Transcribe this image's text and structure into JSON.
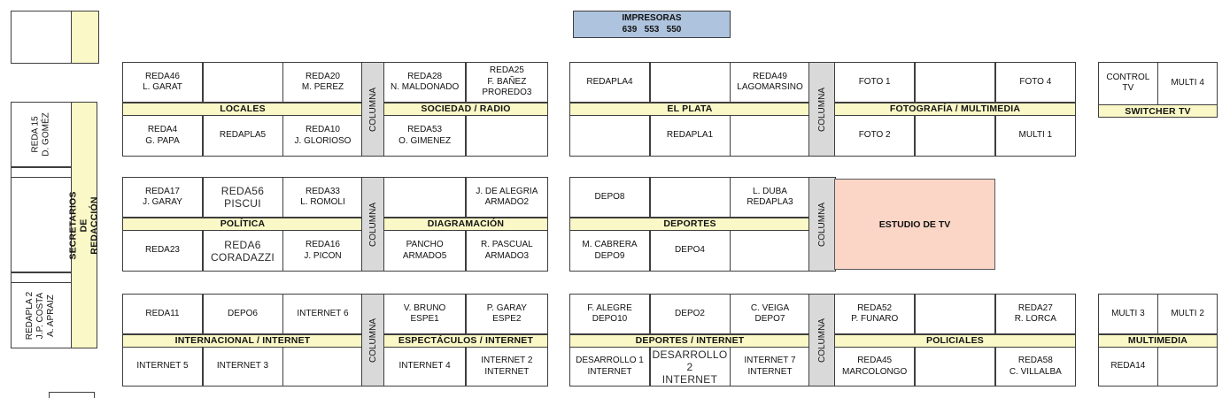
{
  "colors": {
    "band": "#F9F8C6",
    "column": "#D9D9D9",
    "studio": "#FBD6C6",
    "printer": "#AEC3DD",
    "border": "#3E3E3E"
  },
  "printers": {
    "title": "IMPRESORAS",
    "numbers": "639   553   550"
  },
  "labels": {
    "column": "COLUMNA",
    "studio": "ESTUDIO DE TV"
  },
  "left_group": {
    "label": "SECRETARIOS DE REDACCIÓN",
    "top_desk": "REDA 15\nD. GOMÉZ",
    "bottom_desk": "REDAPLA 2\nJ.P. COSTA\nA. APRAIZ"
  },
  "blocks": {
    "locales": {
      "band": "LOCALES",
      "top": [
        "REDA46\nL. GARAT",
        "",
        "REDA20\nM. PEREZ"
      ],
      "bottom": [
        "REDA4\nG. PAPA",
        "REDAPLA5",
        "REDA10\nJ. GLORIOSO"
      ]
    },
    "sociedad_radio": {
      "band": "SOCIEDAD / RADIO",
      "top": [
        "REDA28\nN. MALDONADO",
        "REDA25\nF. BAÑEZ\nPROREDO3"
      ],
      "bottom": [
        "REDA53\nO. GIMENEZ",
        ""
      ]
    },
    "el_plata": {
      "band": "EL PLATA",
      "top": [
        "REDAPLA4",
        "",
        "REDA49\nLAGOMARSINO"
      ],
      "bottom": [
        "",
        "REDAPLA1",
        ""
      ]
    },
    "fotografia_multimedia": {
      "band": "FOTOGRAFÍA / MULTIMEDIA",
      "top": [
        "FOTO 1",
        "",
        "FOTO 4"
      ],
      "bottom": [
        "FOTO 2",
        "",
        "MULTI 1"
      ]
    },
    "switcher_tv": {
      "band": "SWITCHER TV",
      "top": [
        "CONTROL TV",
        "MULTI 4"
      ]
    },
    "politica": {
      "band": "POLÍTICA",
      "top": [
        "REDA17\nJ. GARAY",
        "REDA56\nPISCUI",
        "REDA33\nL. ROMOLI"
      ],
      "bottom": [
        "REDA23",
        "REDA6\nCORADAZZI",
        "REDA16\nJ. PICON"
      ]
    },
    "diagramacion": {
      "band": "DIAGRAMACIÓN",
      "top": [
        "",
        "J. DE ALEGRIA\nARMADO2"
      ],
      "bottom": [
        "PANCHO\nARMADO5",
        "R. PASCUAL\nARMADO3"
      ]
    },
    "deportes": {
      "band": "DEPORTES",
      "top": [
        "DEPO8",
        "",
        "L. DUBA\nREDAPLA3"
      ],
      "bottom": [
        "M. CABRERA\nDEPO9",
        "DEPO4",
        ""
      ]
    },
    "internacional_internet": {
      "band": "INTERNACIONAL / INTERNET",
      "top": [
        "REDA11",
        "DEPO6",
        "INTERNET 6"
      ],
      "bottom": [
        "INTERNET 5",
        "INTERNET 3",
        ""
      ]
    },
    "espectaculos_internet": {
      "band": "ESPECTÁCULOS / INTERNET",
      "top": [
        "V. BRUNO\nESPE1",
        "P. GARAY\nESPE2"
      ],
      "bottom": [
        "INTERNET 4",
        "INTERNET 2\nINTERNET"
      ]
    },
    "deportes_internet": {
      "band": "DEPORTES / INTERNET",
      "top": [
        "F. ALEGRE\nDEPO10",
        "DEPO2",
        "C. VEIGA\nDEPO7"
      ],
      "bottom": [
        "DESARROLLO 1\nINTERNET",
        "DESARROLLO 2\nINTERNET",
        "INTERNET 7\nINTERNET"
      ]
    },
    "policiales": {
      "band": "POLICIALES",
      "top": [
        "REDA52\nP. FUNARO",
        "",
        "REDA27\nR. LORCA"
      ],
      "bottom": [
        "REDA45\nMARCOLONGO",
        "",
        "REDA58\nC. VILLALBA"
      ]
    },
    "multimedia": {
      "band": "MULTIMEDIA",
      "top": [
        "MULTI 3",
        "MULTI 2"
      ],
      "bottom": [
        "REDA14",
        ""
      ]
    }
  }
}
